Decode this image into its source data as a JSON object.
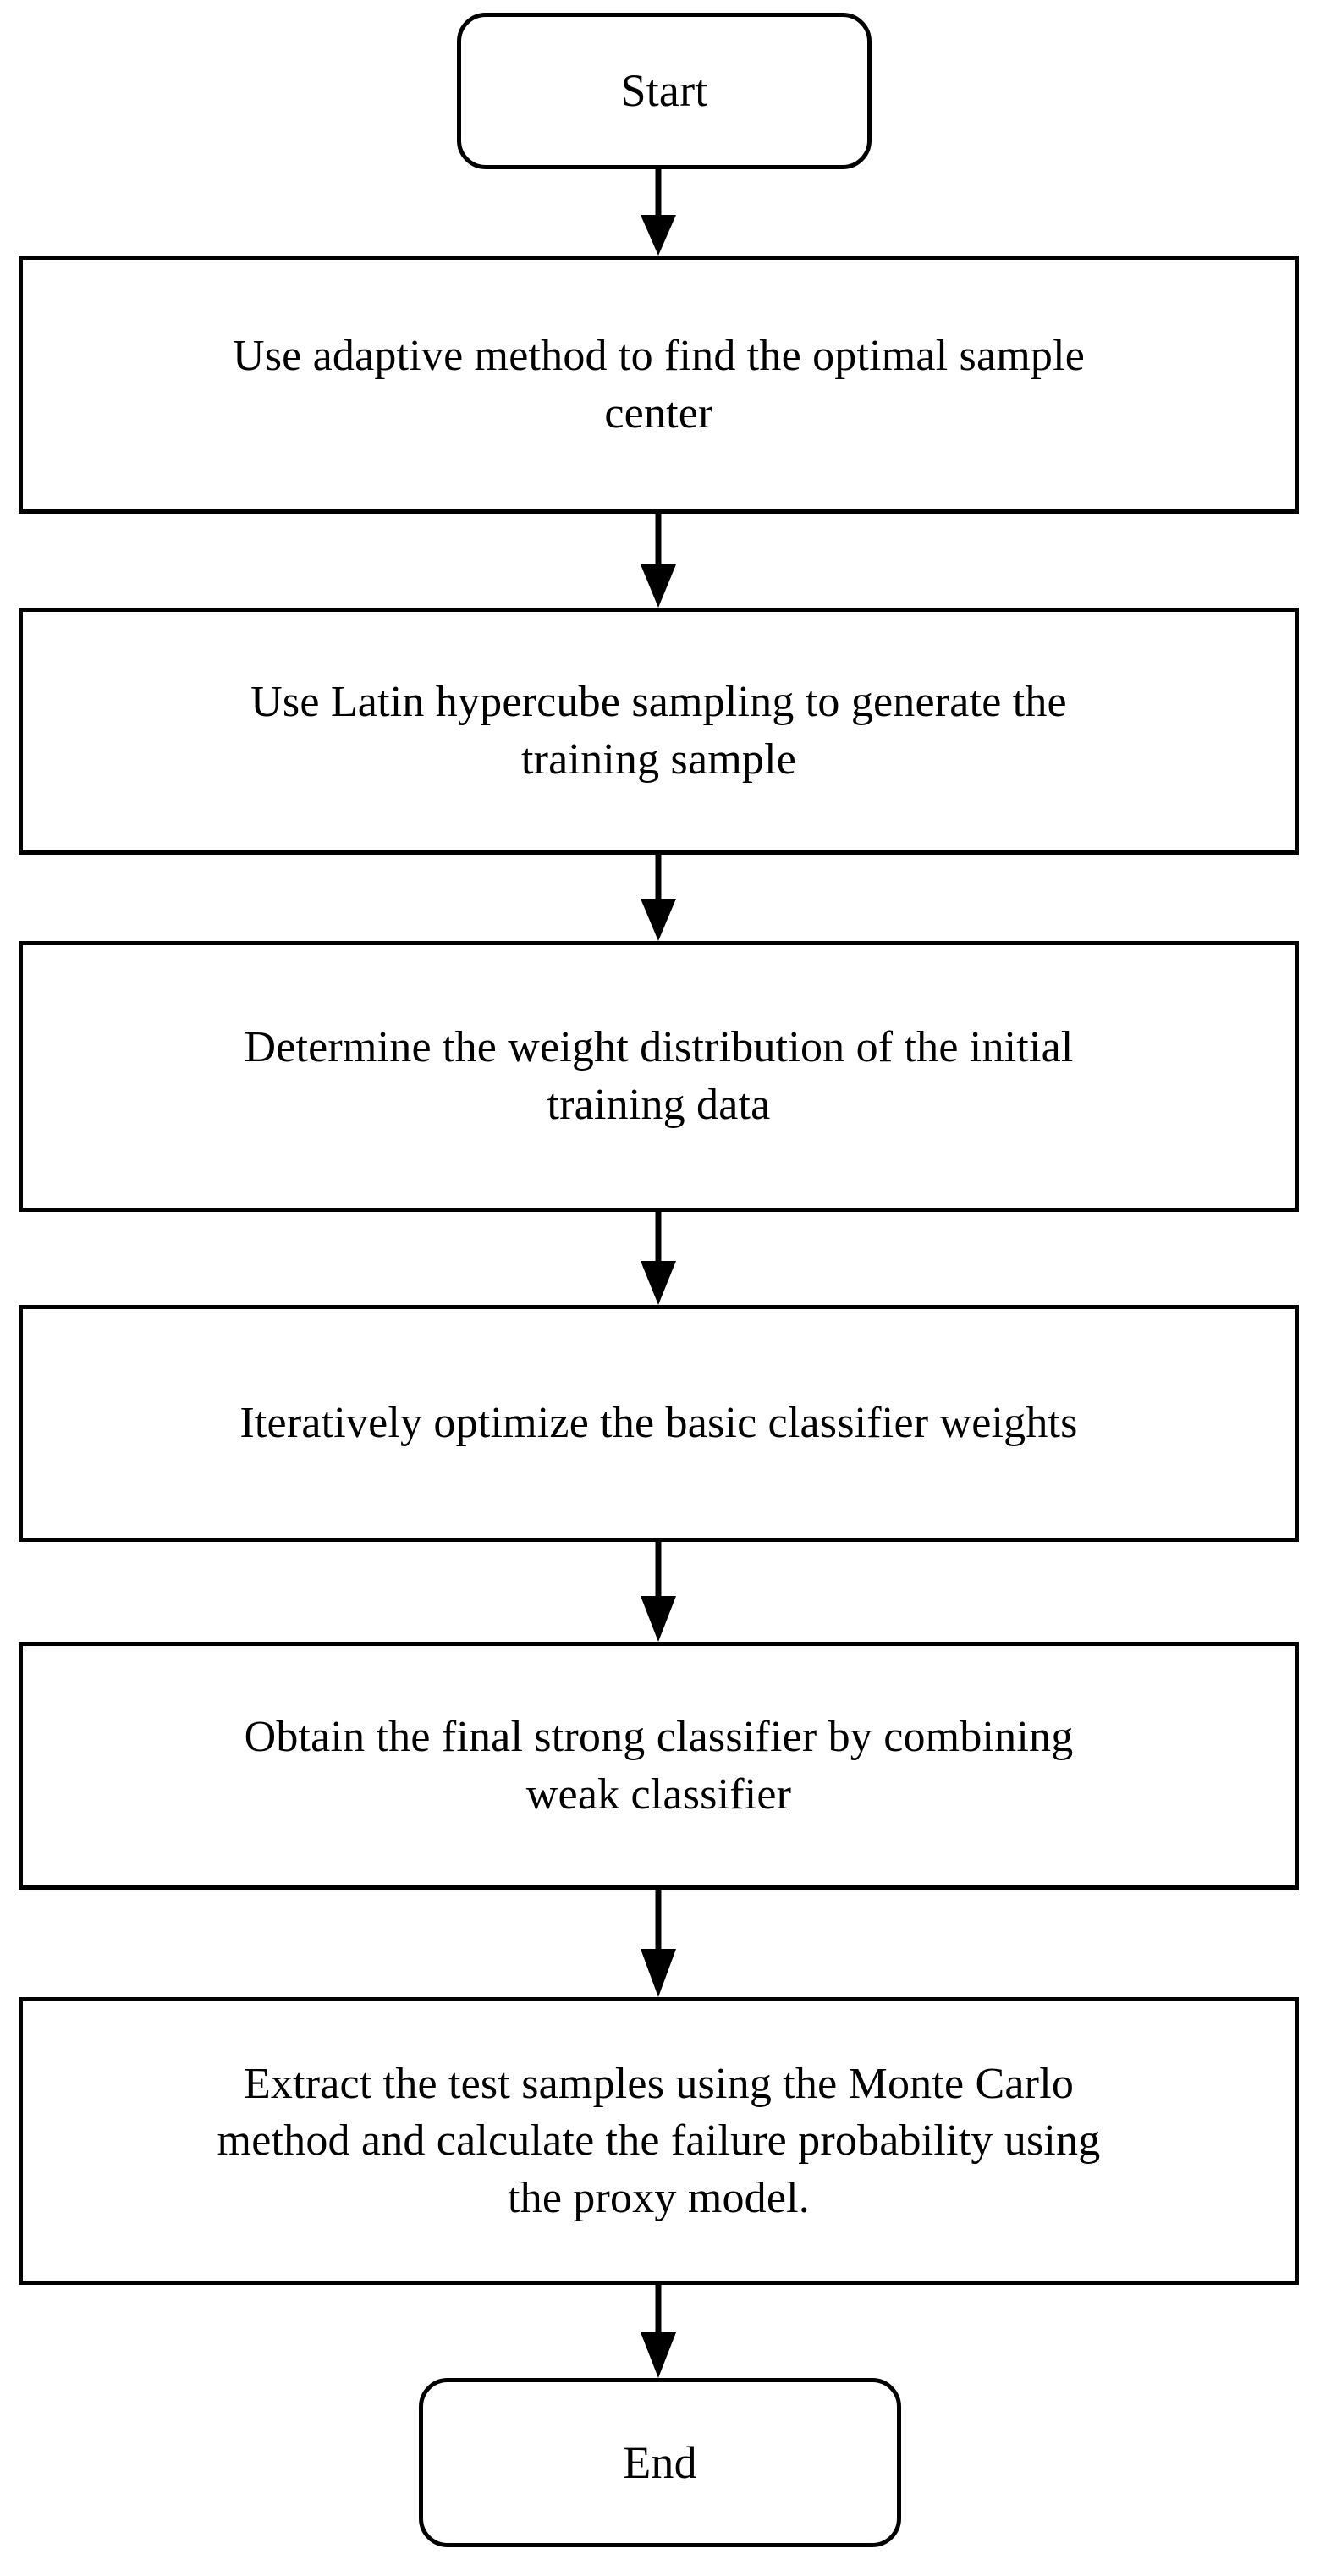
{
  "diagram": {
    "title": "Adaptive AdaBoost surrogate-model reliability analysis flowchart",
    "orientation": "top-to-bottom",
    "background_color": "#FFFFFF",
    "line_color": "#000000",
    "text_color": "#000000",
    "nodes": [
      {
        "id": "start",
        "shape": "terminator",
        "label": "Start",
        "order": 1
      },
      {
        "id": "step1",
        "shape": "process",
        "label": "Use adaptive method to find the optimal sample\ncenter",
        "order": 2
      },
      {
        "id": "step2",
        "shape": "process",
        "label": "Use Latin hypercube sampling to generate the\ntraining sample",
        "order": 3
      },
      {
        "id": "step3",
        "shape": "process",
        "label": "Determine the weight distribution of the initial\ntraining data",
        "order": 4
      },
      {
        "id": "step4",
        "shape": "process",
        "label": "Iteratively optimize the basic classifier weights",
        "order": 5
      },
      {
        "id": "step5",
        "shape": "process",
        "label": "Obtain the final strong classifier by combining\nweak classifier",
        "order": 6
      },
      {
        "id": "step6",
        "shape": "process",
        "label": "Extract the test samples using the Monte Carlo\nmethod and calculate the failure probability using\nthe proxy model.",
        "order": 7
      },
      {
        "id": "end",
        "shape": "terminator",
        "label": "End",
        "order": 8
      }
    ],
    "edges": [
      {
        "from": "start",
        "to": "step1",
        "style": "solid-arrow"
      },
      {
        "from": "step1",
        "to": "step2",
        "style": "solid-arrow"
      },
      {
        "from": "step2",
        "to": "step3",
        "style": "solid-arrow"
      },
      {
        "from": "step3",
        "to": "step4",
        "style": "solid-arrow"
      },
      {
        "from": "step4",
        "to": "step5",
        "style": "solid-arrow"
      },
      {
        "from": "step5",
        "to": "step6",
        "style": "solid-arrow"
      },
      {
        "from": "step6",
        "to": "end",
        "style": "solid-arrow"
      }
    ]
  }
}
